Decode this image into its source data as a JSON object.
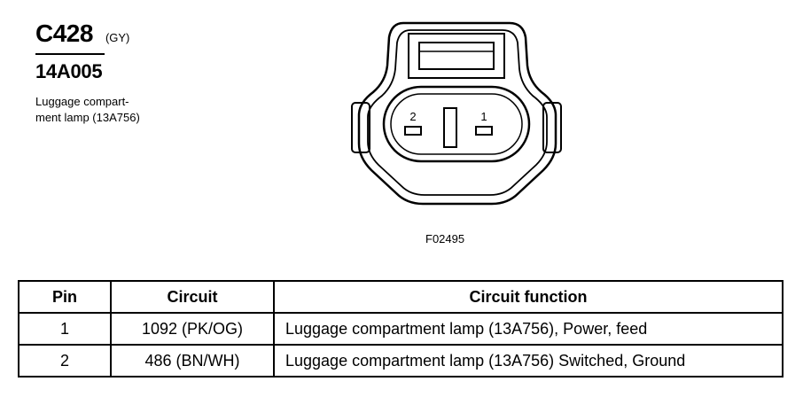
{
  "connector": {
    "id": "C428",
    "color": "(GY)",
    "part_number": "14A005",
    "description_line1": "Luggage compart-",
    "description_line2": "ment lamp (13A756)"
  },
  "diagram": {
    "pin_labels": [
      "2",
      "1"
    ],
    "figure_id": "F02495"
  },
  "table": {
    "headers": [
      "Pin",
      "Circuit",
      "Circuit function"
    ],
    "rows": [
      {
        "pin": "1",
        "circuit": "1092 (PK/OG)",
        "function": "Luggage compartment lamp (13A756), Power, feed"
      },
      {
        "pin": "2",
        "circuit": "486 (BN/WH)",
        "function": "Luggage compartment lamp (13A756) Switched, Ground"
      }
    ]
  }
}
